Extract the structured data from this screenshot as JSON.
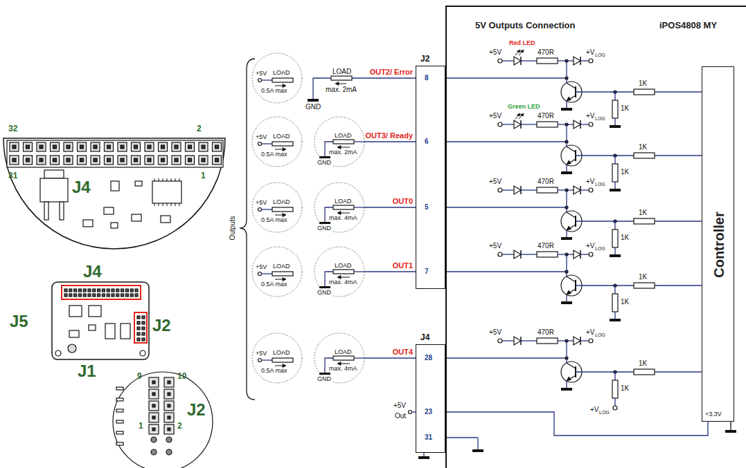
{
  "diagram": {
    "nodes": [
      {
        "text": [
          "5V Outputs Connection",
          "iPOS4808 MY"
        ]
      },
      {
        "text": [
          "+5V",
          "LOAD",
          "0.5A max"
        ]
      },
      {
        "text": [
          "+5V",
          "LOAD",
          "0.5A max"
        ]
      },
      {
        "text": [
          "LOAD",
          "max. 2mA",
          "GND"
        ]
      },
      {
        "text": [
          "+5V",
          "LOAD",
          "0.5A max"
        ]
      },
      {
        "text": [
          "LOAD",
          "max. 4mA",
          "GND"
        ]
      },
      {
        "text": [
          "+5V",
          "LOAD",
          "0.5A max"
        ]
      },
      {
        "text": [
          "LOAD",
          "max. 4mA",
          "GND"
        ]
      },
      {
        "text": [
          "+5V",
          "LOAD",
          "0.5A max"
        ]
      },
      {
        "text": [
          "LOAD",
          "max. 4mA",
          "GND"
        ]
      },
      {
        "text": [
          "J2",
          "8",
          "6",
          "5",
          "7"
        ]
      },
      {
        "text": [
          "Controller",
          "+3.3V"
        ],
        "in": 0
      },
      {
        "text": [
          "J4",
          "28",
          "23",
          "31"
        ]
      }
    ],
    "edges": [
      {
        "from": 3,
        "to": 10,
        "label": "OUT3/ Ready",
        "arrow": "none"
      },
      {
        "from": 5,
        "to": 10,
        "label": "OUT0",
        "arrow": "none"
      },
      {
        "from": 7,
        "to": 10,
        "label": "OUT1",
        "arrow": "none"
      },
      {
        "from": 9,
        "to": 12,
        "label": "OUT4",
        "arrow": "none"
      }
    ],
    "labels": [
      "32",
      "2",
      "31",
      "1",
      "J4",
      "J4",
      "J5",
      "J2",
      "J1",
      "9",
      "10",
      "1",
      "2",
      "J2",
      "LOAD",
      "max. 2mA",
      "GND",
      "OUT2/ Error",
      "Outputs",
      "Red LED",
      "Green LED",
      "+5V",
      "470R",
      "+V",
      "LOG",
      "1K",
      "1K",
      "+5V",
      "470R",
      "+V",
      "LOG",
      "1K",
      "1K",
      "+5V",
      "470R",
      "+V",
      "LOG",
      "1K",
      "1K",
      "+5V",
      "470R",
      "+V",
      "LOG",
      "1K",
      "1K",
      "+5V",
      "470R",
      "+V",
      "LOG",
      "1K",
      "1K",
      "+V",
      "LOG",
      "+5V",
      "Out"
    ]
  }
}
